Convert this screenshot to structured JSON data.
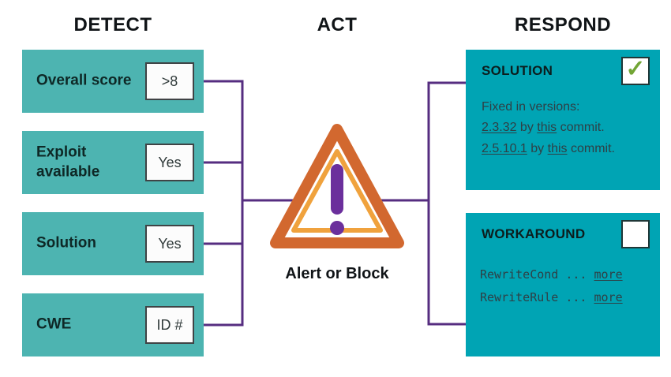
{
  "detect": {
    "title": "DETECT",
    "boxes": [
      {
        "label": "Overall score",
        "value": ">8"
      },
      {
        "label": "Exploit available",
        "value": "Yes"
      },
      {
        "label": "Solution",
        "value": "Yes"
      },
      {
        "label": "CWE",
        "value": "ID #"
      }
    ]
  },
  "act": {
    "title": "ACT",
    "icon": "warning-triangle-icon",
    "caption": "Alert or Block"
  },
  "respond": {
    "title": "RESPOND",
    "solution": {
      "title": "SOLUTION",
      "checked": true,
      "check_glyph": "✓",
      "intro": "Fixed in versions:",
      "fixes": [
        {
          "version": "2.3.32",
          "mid": " by ",
          "link": "this",
          "tail": " commit."
        },
        {
          "version": "2.5.10.1",
          "mid": " by ",
          "link": "this",
          "tail": " commit."
        }
      ]
    },
    "workaround": {
      "title": "WORKAROUND",
      "checked": false,
      "code_lines": [
        {
          "code": "RewriteCond ... ",
          "link": "more"
        },
        {
          "code": "RewriteRule ... ",
          "link": "more"
        }
      ]
    }
  },
  "colors": {
    "detect_box_teal": "#4db4b1",
    "respond_box_teal": "#00a4b4",
    "connector_purple": "#562d80",
    "triangle_orange": "#d2682f",
    "triangle_amber": "#f0a23d",
    "exclamation_purple": "#6b2f9c",
    "check_green": "#72a535"
  }
}
